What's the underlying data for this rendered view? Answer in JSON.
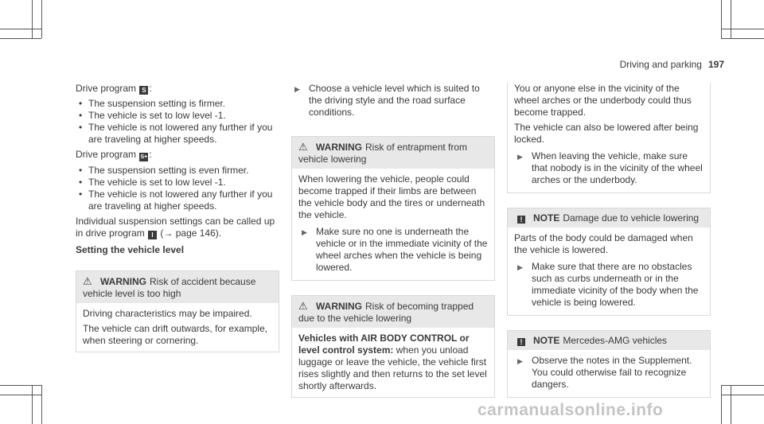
{
  "header": {
    "section": "Driving and parking",
    "page": "197"
  },
  "col1": {
    "drive_s_label": "Drive program",
    "drive_s_icon": "S",
    "drive_s_bullets": [
      "The suspension setting is firmer.",
      "The vehicle is set to low level -1.",
      "The vehicle is not lowered any further if you are traveling at higher speeds."
    ],
    "drive_splus_label": "Drive program",
    "drive_splus_icon": "S+",
    "drive_splus_bullets": [
      "The suspension setting is even firmer.",
      "The vehicle is set to low level -1.",
      "The vehicle is not lowered any further if you are traveling at higher speeds."
    ],
    "individual_pre": "Individual suspension settings can be called up in drive program",
    "individual_icon": "I",
    "individual_ref": "(→ page 146).",
    "setting_heading": "Setting the vehicle level",
    "warning1": {
      "title": "WARNING",
      "subtitle": "Risk of accident because vehicle level is too high",
      "body1": "Driving characteristics may be impaired.",
      "body2": "The vehicle can drift outwards, for example, when steering or cornering."
    }
  },
  "col2": {
    "step_choose": "Choose a vehicle level which is suited to the driving style and the road surface conditions.",
    "warning2": {
      "title": "WARNING",
      "subtitle": "Risk of entrapment from vehicle lowering",
      "body": "When lowering the vehicle, people could become trapped if their limbs are between the vehicle body and the tires or underneath the vehicle.",
      "step": "Make sure no one is underneath the vehicle or in the immediate vicinity of the wheel arches when the vehicle is being lowered."
    },
    "warning3": {
      "title": "WARNING",
      "subtitle": "Risk of becoming trapped due to the vehicle lowering",
      "body_bold": "Vehicles with AIR BODY CONTROL or level control system:",
      "body": "when you unload luggage or leave the vehicle, the vehicle first rises slightly and then returns to the set level shortly afterwards."
    }
  },
  "col3": {
    "cont_body1": "You or anyone else in the vicinity of the wheel arches or the underbody could thus become trapped.",
    "cont_body2": "The vehicle can also be lowered after being locked.",
    "cont_step": "When leaving the vehicle, make sure that nobody is in the vicinity of the wheel arches or the underbody.",
    "note1": {
      "icon": "!",
      "title": "NOTE",
      "subtitle": "Damage due to vehicle lowering",
      "body": "Parts of the body could be damaged when the vehicle is lowered.",
      "step": "Make sure that there are no obstacles such as curbs underneath or in the immediate vicinity of the body when the vehicle is being lowered."
    },
    "note2": {
      "icon": "!",
      "title": "NOTE",
      "subtitle": "Mercedes-AMG vehicles",
      "step": "Observe the notes in the Supplement. You could otherwise fail to recognize dangers."
    }
  },
  "watermark": "carmanualsonline.info",
  "icons": {
    "warning": "warning-triangle-icon",
    "step": "arrow-right-icon",
    "note": "note-icon"
  }
}
